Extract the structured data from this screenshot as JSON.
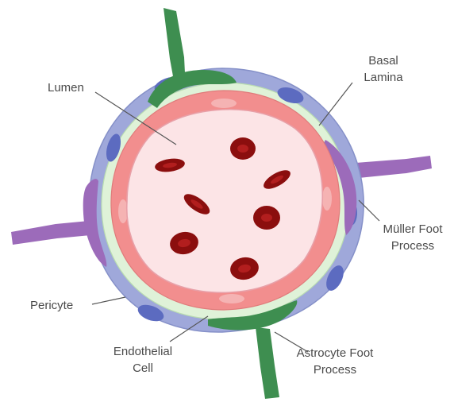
{
  "labels": {
    "lumen": {
      "lines": [
        "Lumen"
      ]
    },
    "basal_lamina": {
      "lines": [
        "Basal",
        "Lamina"
      ]
    },
    "muller_foot_process": {
      "lines": [
        "Müller Foot",
        "Process"
      ]
    },
    "pericyte": {
      "lines": [
        "Pericyte"
      ]
    },
    "endothelial_cell": {
      "lines": [
        "Endothelial",
        "Cell"
      ]
    },
    "astrocyte_foot_process": {
      "lines": [
        "Astrocyte Foot",
        "Process"
      ]
    }
  },
  "colors": {
    "pericyte_layer": "#9FA8DA",
    "pericyte_nucleus": "#5C6BC0",
    "basal_lamina": "#DFF2D8",
    "endothelial_cell": "#F28E8E",
    "endothelial_nucleus": "#F5B3B3",
    "lumen": "#FCE4E6",
    "red_blood_cell": "#8B0E0E",
    "astrocyte": "#3E8E50",
    "muller": "#9C6BBA",
    "leader_line": "#555555",
    "label_text": "#4A4A4A"
  }
}
